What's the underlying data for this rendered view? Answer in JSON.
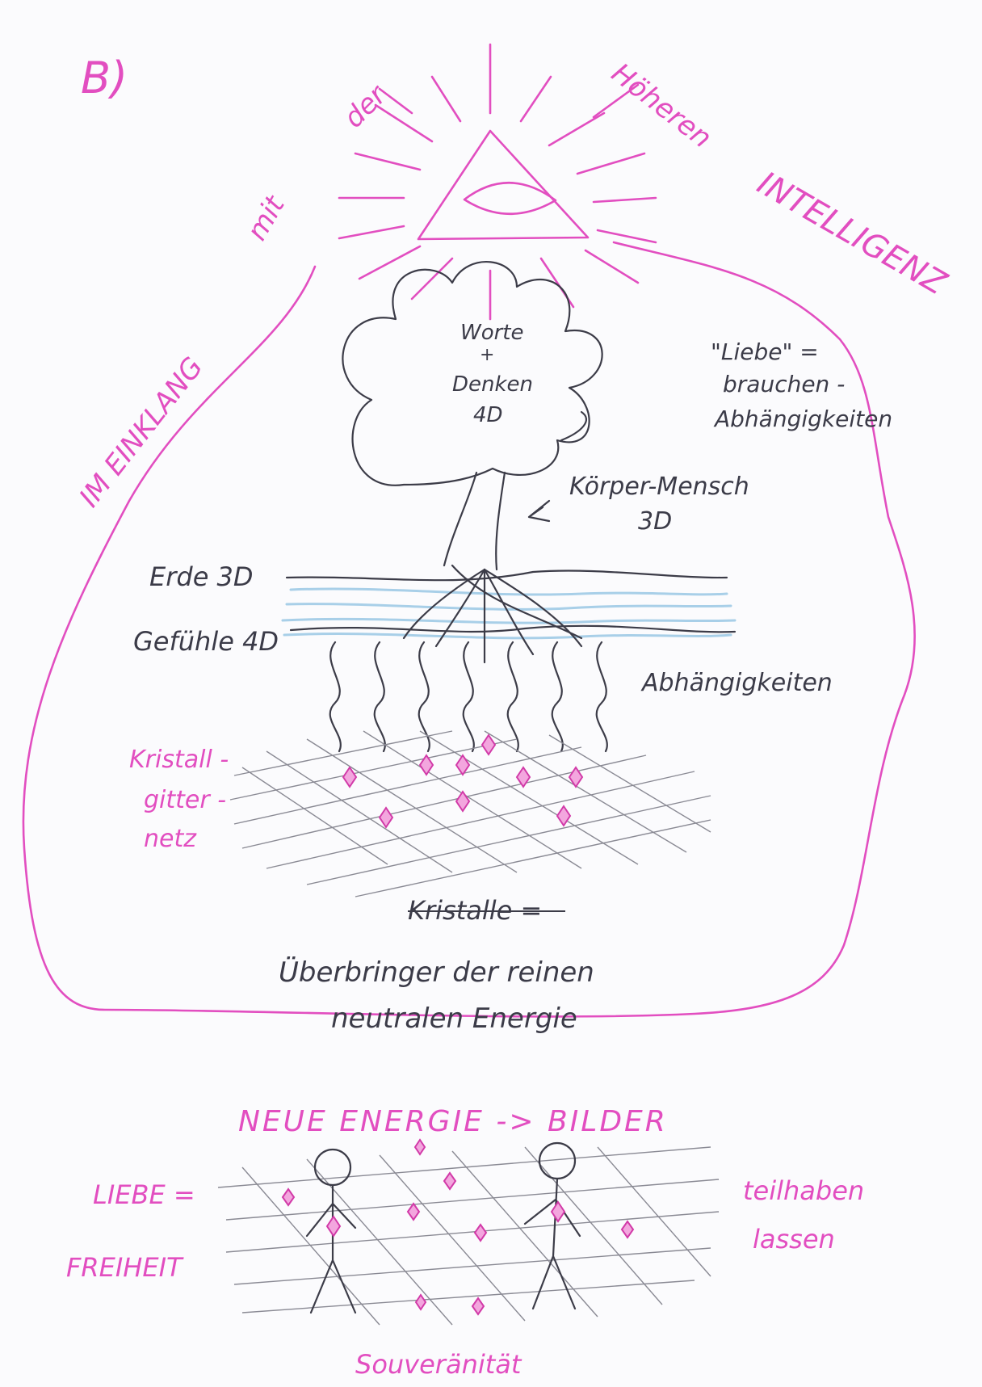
{
  "page": {
    "label": "B)"
  },
  "header_arc": {
    "words": [
      "IM EINKLANG",
      "mit",
      "der",
      "Höheren",
      "INTELLIGENZ"
    ]
  },
  "tree": {
    "crown_lines": [
      "Worte",
      "+",
      "Denken",
      "4D"
    ],
    "body_label": [
      "Körper-Mensch",
      "3D"
    ]
  },
  "side_note": {
    "lines": [
      "\"Liebe\" =",
      "brauchen -",
      "Abhängigkeiten"
    ]
  },
  "layers": {
    "earth": "Erde 3D",
    "feelings": "Gefühle 4D",
    "dependencies": "Abhängigkeiten",
    "crystal_grid": [
      "Kristall -",
      "gitter -",
      "netz"
    ]
  },
  "caption": {
    "line1": "Kristalle =",
    "line2": "Überbringer der reinen",
    "line3": "neutralen Energie"
  },
  "bottom": {
    "title": "NEUE ENERGIE -> BILDER",
    "left": [
      "LIEBE =",
      "FREIHEIT"
    ],
    "right": [
      "teilhaben",
      "lassen"
    ],
    "footer": "Souveränität"
  },
  "colors": {
    "ink_pink": "#e24ec0",
    "ink_black": "#3b3b48",
    "water_blue": "#a8cfe8",
    "paper": "#fbfbfd"
  }
}
